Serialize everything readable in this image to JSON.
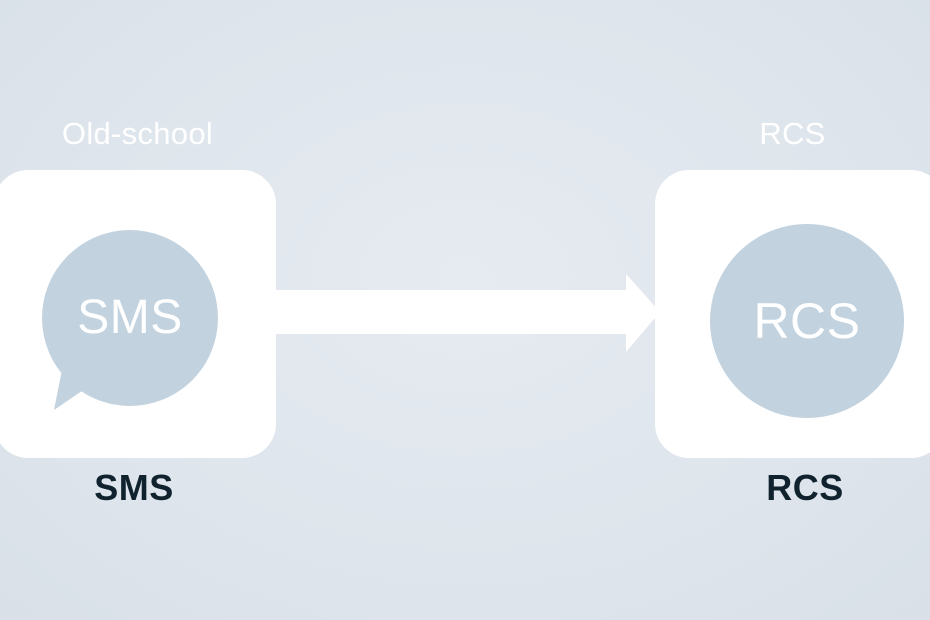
{
  "left": {
    "caption": "Old-school",
    "bubble_text": "SMS",
    "label": "SMS",
    "icon": "chat-bubble-icon"
  },
  "right": {
    "caption": "RCS",
    "circle_text": "RCS",
    "label": "RCS"
  },
  "connector": {
    "icon": "arrow-right-icon"
  },
  "colors": {
    "background": "#dde4eb",
    "card": "#ffffff",
    "bubble": "#c2d2df",
    "label_text": "#10222d",
    "arrow": "#ffffff"
  }
}
